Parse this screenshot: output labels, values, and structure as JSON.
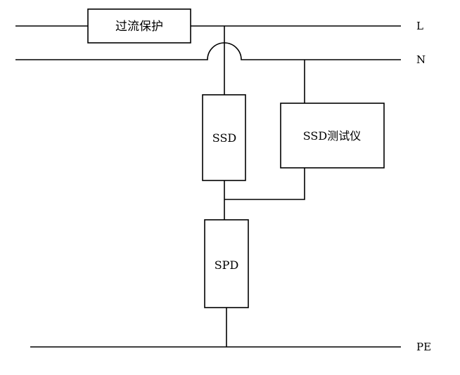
{
  "diagram": {
    "conductors": {
      "line": "L",
      "neutral": "N",
      "protective_earth": "PE"
    },
    "components": {
      "overcurrent_protection": "过流保护",
      "ssd": "SSD",
      "ssd_tester": "SSD测试仪",
      "spd": "SPD"
    }
  }
}
